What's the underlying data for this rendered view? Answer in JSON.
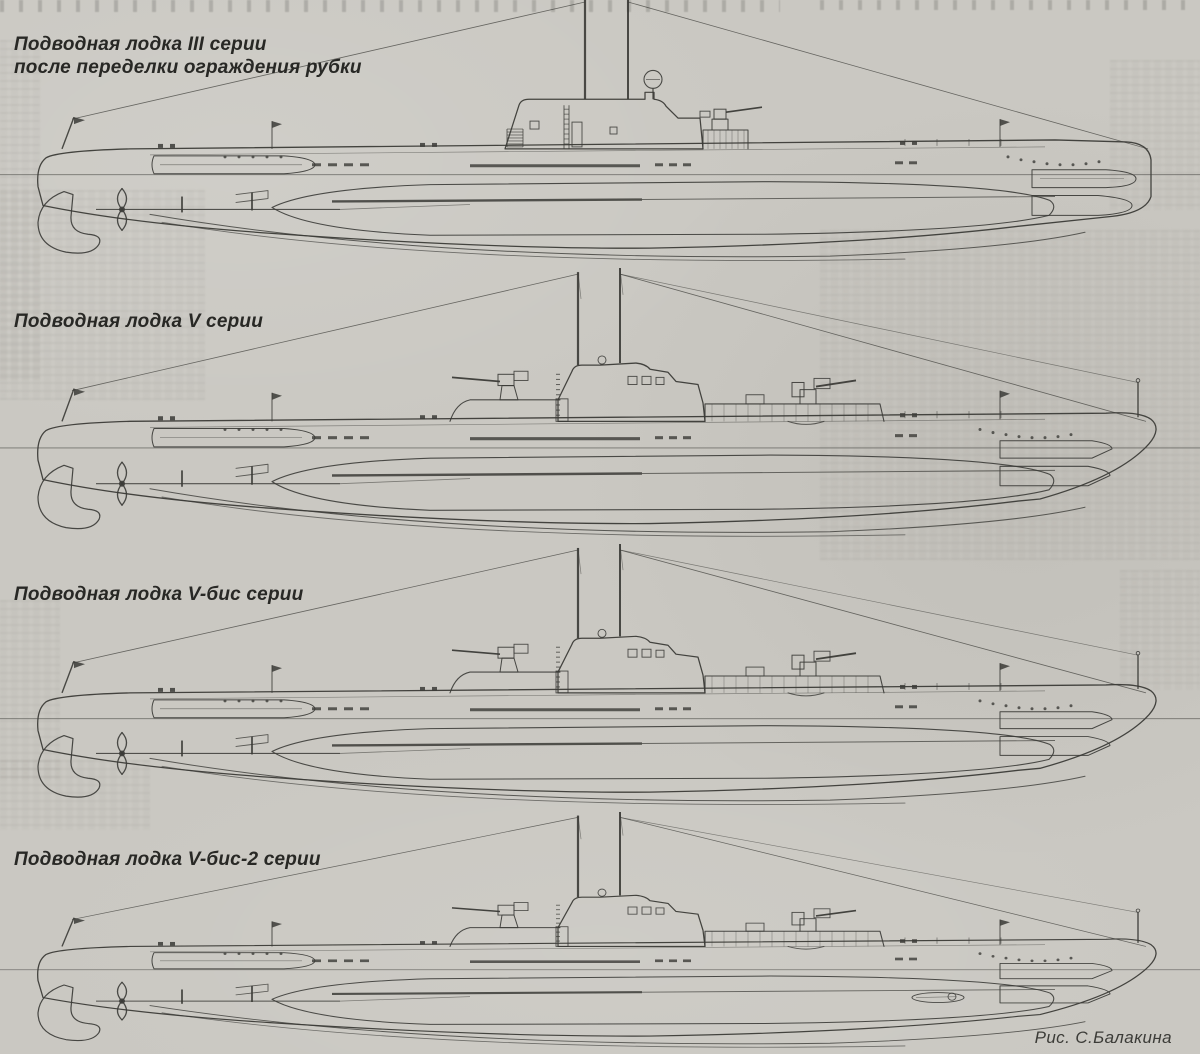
{
  "page": {
    "colors": {
      "paper": "#cac8c2",
      "ink": "#3b3b37",
      "label_ink": "#282825"
    }
  },
  "figures": [
    {
      "id": "series-iii",
      "label_lines": [
        "Подводная лодка III серии",
        "после переделки ограждения рубки"
      ]
    },
    {
      "id": "series-v",
      "label_lines": [
        "Подводная лодка V серии"
      ]
    },
    {
      "id": "series-v-bis",
      "label_lines": [
        "Подводная лодка V-бис серии"
      ]
    },
    {
      "id": "series-v-bis-2",
      "label_lines": [
        "Подводная лодка V-бис-2 серии"
      ]
    }
  ],
  "credit": "Рис. С.Балакина"
}
